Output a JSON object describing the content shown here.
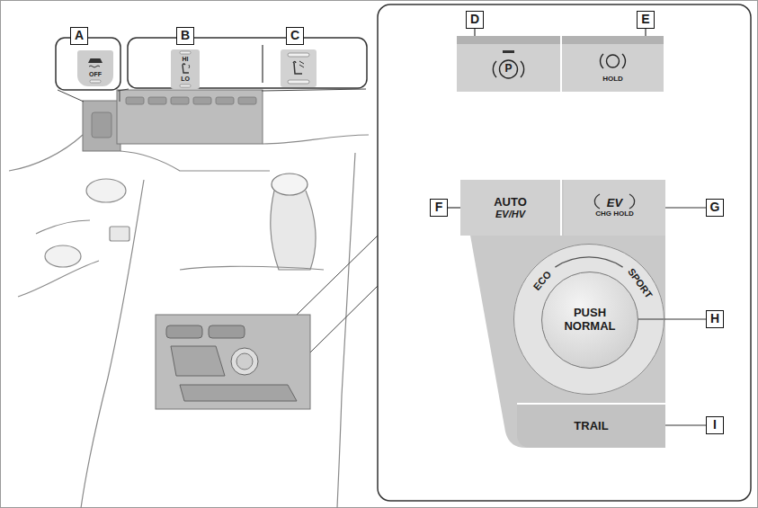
{
  "diagram": {
    "nodes": [
      {
        "text": [
          "A"
        ]
      },
      {
        "text": [
          "OFF"
        ]
      },
      {
        "text": [
          "B"
        ]
      },
      {
        "text": [
          "HI",
          "LO"
        ]
      },
      {
        "text": [
          "C"
        ]
      },
      {
        "text": [
          "D"
        ]
      },
      {
        "text": [
          "E"
        ]
      },
      {
        "text": [
          "P"
        ]
      },
      {
        "text": [
          "HOLD"
        ]
      },
      {
        "text": [
          "F"
        ]
      },
      {
        "text": [
          "AUTO",
          "EV/HV"
        ]
      },
      {
        "text": [
          "EV",
          "CHG HOLD"
        ]
      },
      {
        "text": [
          "G"
        ]
      },
      {
        "text": [
          "ECO",
          "SPORT"
        ]
      },
      {
        "text": [
          "PUSH NORMAL"
        ],
        "in": 13
      },
      {
        "text": [
          "H"
        ]
      },
      {
        "text": [
          "TRAIL"
        ]
      },
      {
        "text": [
          "I"
        ]
      }
    ],
    "edges": [
      {
        "from": 5,
        "to": 7,
        "arrow": "none"
      },
      {
        "from": 6,
        "to": 8,
        "arrow": "none"
      },
      {
        "from": 9,
        "to": 10,
        "arrow": "none"
      },
      {
        "from": 12,
        "to": 11,
        "arrow": "none"
      },
      {
        "from": 15,
        "to": 14,
        "arrow": "none"
      },
      {
        "from": 17,
        "to": 16,
        "arrow": "none"
      }
    ]
  }
}
